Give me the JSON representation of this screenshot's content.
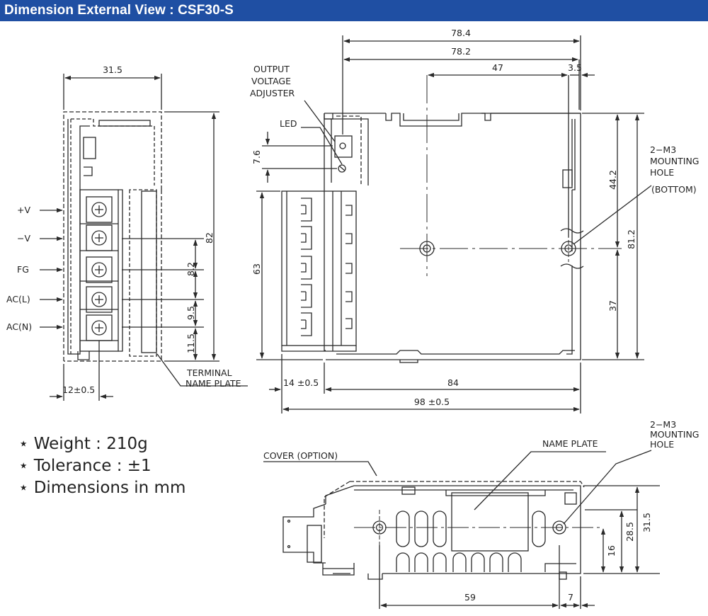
{
  "title": "Dimension External View : CSF30-S",
  "colors": {
    "header_bg": "#1f4fa3",
    "header_text": "#ffffff",
    "line": "#2a2a2a"
  },
  "front_view": {
    "width_dim": "31.5",
    "height_dim": "82",
    "terminal_labels": [
      "+V",
      "−V",
      "FG",
      "AC(L)",
      "AC(N)"
    ],
    "pitch_dims": [
      "8.2",
      "9.5",
      "11.5"
    ],
    "bottom_dim": "12±0.5",
    "terminal_plate_label": [
      "TERMINAL",
      "NAME PLATE"
    ]
  },
  "side_view": {
    "top_dims": [
      "78.4",
      "78.2",
      "47",
      "3.5"
    ],
    "adjuster_label": [
      "OUTPUT",
      "VOLTAGE",
      "ADJUSTER"
    ],
    "led_label": "LED",
    "led_offset_dim": "7.6",
    "terminal_height_dim": "63",
    "right_dims": [
      "44.2",
      "81.2",
      "37"
    ],
    "mounting_label": [
      "2−M3",
      "MOUNTING",
      "HOLE",
      "(BOTTOM)"
    ],
    "bottom_dims": [
      "14 ±0.5",
      "84",
      "98 ±0.5"
    ]
  },
  "bottom_view": {
    "cover_label": "COVER (OPTION)",
    "nameplate_label": "NAME PLATE",
    "mounting_label": [
      "2−M3",
      "MOUNTING",
      "HOLE"
    ],
    "right_dims": [
      "28.5",
      "31.5",
      "16"
    ],
    "bottom_dims": [
      "59",
      "7"
    ]
  },
  "notes": [
    "⋆ Weight : 210g",
    "⋆ Tolerance : ±1",
    "⋆ Dimensions in mm"
  ]
}
